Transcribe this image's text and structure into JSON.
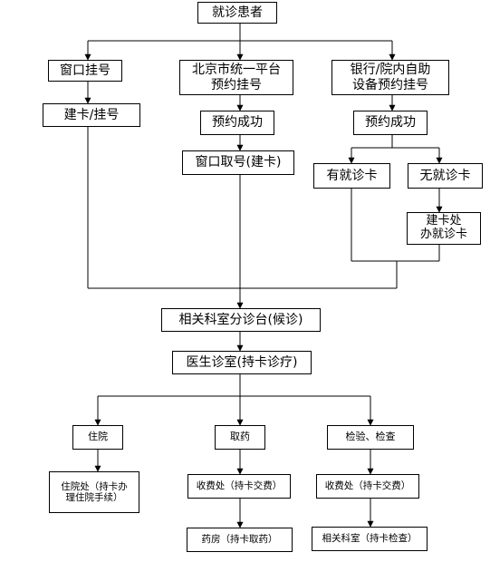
{
  "nodes": {
    "patient": "就诊患者",
    "window_reg": "窗口挂号",
    "card_reg": "建卡/挂号",
    "platform_line1": "北京市统一平台",
    "platform_line2": "预约挂号",
    "self_line1": "银行/院内自助",
    "self_line2": "设备预约挂号",
    "booked_1": "预约成功",
    "booked_2": "预约成功",
    "window_pick": "窗口取号(建卡)",
    "has_card": "有就诊卡",
    "no_card": "无就诊卡",
    "card_office_line1": "建卡处",
    "card_office_line2": "办就诊卡",
    "triage": "相关科室分诊台(候诊)",
    "doctor": "医生诊室(持卡诊疗)",
    "inpatient": "住院",
    "medicine": "取药",
    "tests": "检验、检查",
    "admission_line1": "住院处（持卡办",
    "admission_line2": "理住院手续）",
    "cashier_1": "收费处（持卡交费）",
    "cashier_2": "收费处（持卡交费）",
    "pharmacy": "药房（持卡取药）",
    "exam_dept": "相关科室（持卡检查）"
  }
}
